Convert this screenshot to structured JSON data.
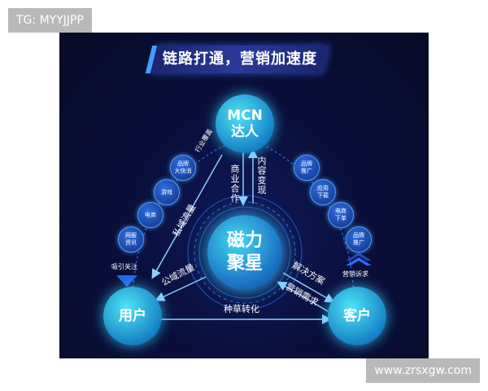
{
  "tag": "TG: MYYJJPP",
  "watermark": "www.zrsxgw.com",
  "title": "链路打通，营销加速度",
  "nodes": {
    "mcn": {
      "line1": "MCN",
      "line2": "达人"
    },
    "center": {
      "line1": "磁力",
      "line2": "聚星"
    },
    "user": "用户",
    "client": "客户"
  },
  "left_small": [
    {
      "line1": "品牌",
      "line2": "大快消"
    },
    {
      "line1": "游戏",
      "line2": ""
    },
    {
      "line1": "电商",
      "line2": ""
    },
    {
      "line1": "网服",
      "line2": "资讯"
    }
  ],
  "right_small": [
    {
      "line1": "品牌",
      "line2": "推广"
    },
    {
      "line1": "应用",
      "line2": "下载"
    },
    {
      "line1": "电商",
      "line2": "下单"
    },
    {
      "line1": "品牌",
      "line2": "推广"
    }
  ],
  "labels": {
    "industry_cover": "行业覆盖",
    "attract": "吸引关注",
    "marketing_appeal": "营销诉求",
    "commercial_coop": "商业合作",
    "content_monetize": "内容变现",
    "private_traffic": "私域流量",
    "public_traffic": "公域流量",
    "solution": "解决方案",
    "marketing_demand": "营销需求",
    "grass_convert": "种草转化"
  }
}
